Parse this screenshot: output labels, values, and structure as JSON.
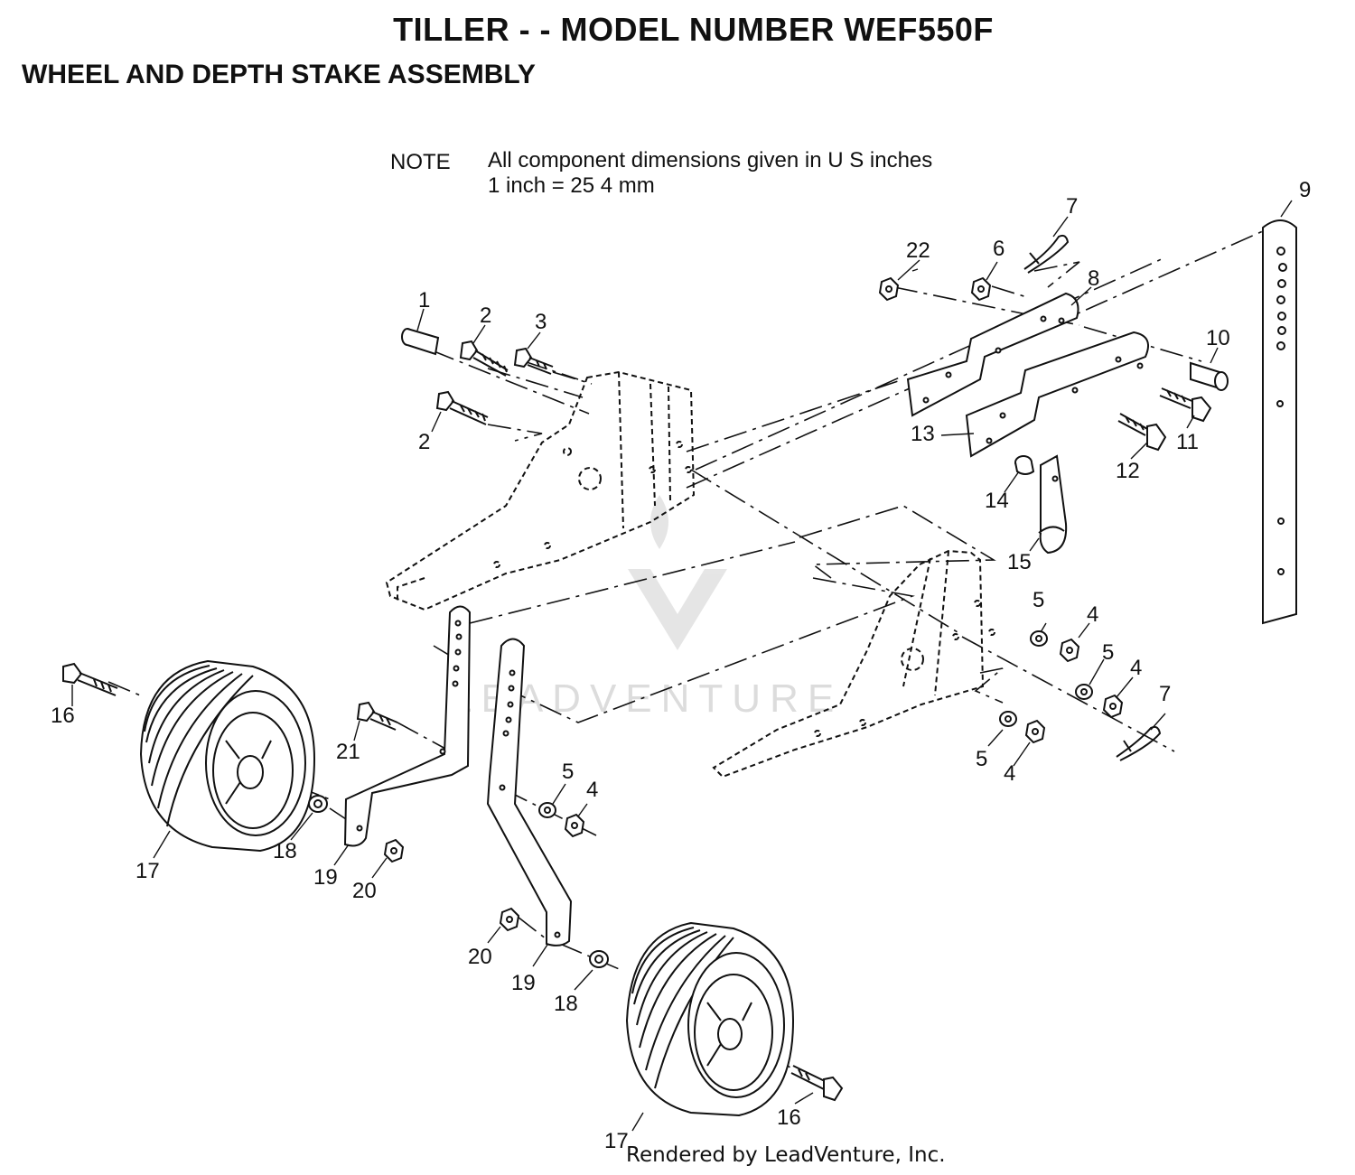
{
  "header": {
    "title": "TILLER - - MODEL NUMBER WEF550F",
    "subtitle": "WHEEL AND DEPTH STAKE ASSEMBLY"
  },
  "note": {
    "label": "NOTE",
    "line1": "All component dimensions given in U S  inches",
    "line2": "1 inch = 25 4 mm"
  },
  "watermark": {
    "text": "LEADVENTURE"
  },
  "footer": {
    "text": "Rendered by LeadVenture, Inc."
  },
  "callouts": [
    {
      "id": "c1",
      "label": "1"
    },
    {
      "id": "c2a",
      "label": "2"
    },
    {
      "id": "c2b",
      "label": "2"
    },
    {
      "id": "c3",
      "label": "3"
    },
    {
      "id": "c4a",
      "label": "4"
    },
    {
      "id": "c4b",
      "label": "4"
    },
    {
      "id": "c4c",
      "label": "4"
    },
    {
      "id": "c4d",
      "label": "4"
    },
    {
      "id": "c5a",
      "label": "5"
    },
    {
      "id": "c5b",
      "label": "5"
    },
    {
      "id": "c5c",
      "label": "5"
    },
    {
      "id": "c5d",
      "label": "5"
    },
    {
      "id": "c6",
      "label": "6"
    },
    {
      "id": "c7a",
      "label": "7"
    },
    {
      "id": "c7b",
      "label": "7"
    },
    {
      "id": "c8",
      "label": "8"
    },
    {
      "id": "c9",
      "label": "9"
    },
    {
      "id": "c10",
      "label": "10"
    },
    {
      "id": "c11",
      "label": "11"
    },
    {
      "id": "c12",
      "label": "12"
    },
    {
      "id": "c13",
      "label": "13"
    },
    {
      "id": "c14",
      "label": "14"
    },
    {
      "id": "c15",
      "label": "15"
    },
    {
      "id": "c16a",
      "label": "16"
    },
    {
      "id": "c16b",
      "label": "16"
    },
    {
      "id": "c17a",
      "label": "17"
    },
    {
      "id": "c17b",
      "label": "17"
    },
    {
      "id": "c18a",
      "label": "18"
    },
    {
      "id": "c18b",
      "label": "18"
    },
    {
      "id": "c19a",
      "label": "19"
    },
    {
      "id": "c19b",
      "label": "19"
    },
    {
      "id": "c20a",
      "label": "20"
    },
    {
      "id": "c20b",
      "label": "20"
    },
    {
      "id": "c21",
      "label": "21"
    },
    {
      "id": "c22",
      "label": "22"
    }
  ]
}
